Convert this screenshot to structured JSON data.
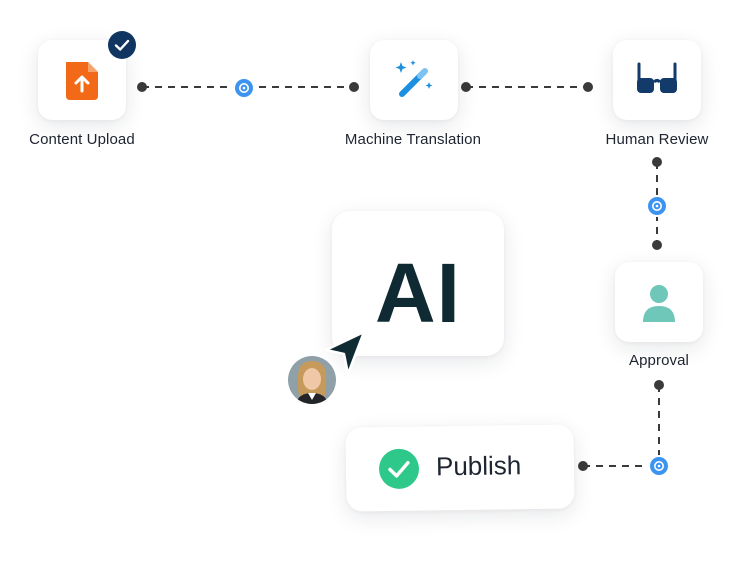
{
  "steps": {
    "upload": {
      "label": "Content Upload",
      "icon": "file-upload-icon",
      "color": "#f26a17"
    },
    "translation": {
      "label": "Machine Translation",
      "icon": "magic-wand-icon",
      "color": "#1d8fe0"
    },
    "review": {
      "label": "Human Review",
      "icon": "glasses-icon",
      "color": "#123a6b"
    },
    "approval": {
      "label": "Approval",
      "icon": "person-icon",
      "color": "#6ec7b8"
    }
  },
  "ai_card": {
    "text": "AI"
  },
  "publish": {
    "label": "Publish",
    "icon": "check-circle-icon",
    "color": "#2ec98a"
  },
  "colors": {
    "connector": "#3a3a3a",
    "node": "#3d94f0",
    "badge": "#0f3560",
    "cursor": "#0f2a33"
  }
}
